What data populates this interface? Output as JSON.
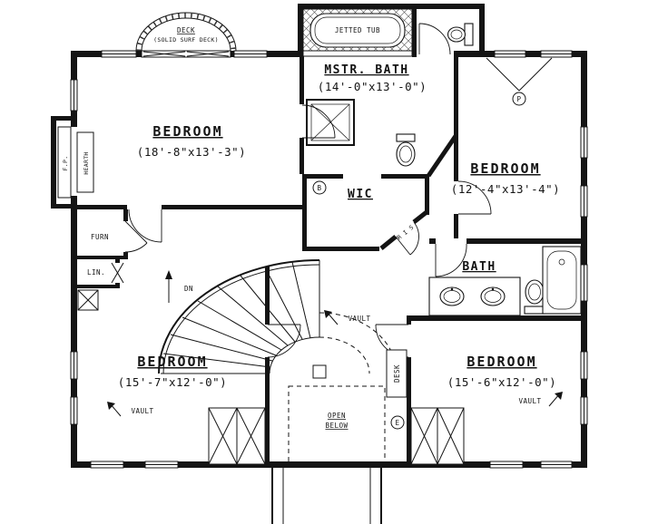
{
  "rooms": {
    "deck": {
      "label": "DECK",
      "sublabel": "(SOLID SURF DECK)"
    },
    "jetted_tub": {
      "label": "JETTED TUB"
    },
    "master_bath": {
      "label": "MSTR. BATH",
      "dims": "(14'-0\"x13'-0\")"
    },
    "bedroom_master": {
      "label": "BEDROOM",
      "dims": "(18'-8\"x13'-3\")"
    },
    "bedroom_right": {
      "label": "BEDROOM",
      "dims": "(12'-4\"x13'-4\")"
    },
    "wic": {
      "label": "WIC"
    },
    "bath": {
      "label": "BATH"
    },
    "bedroom_bottom_left": {
      "label": "BEDROOM",
      "dims": "(15'-7\"x12'-0\")"
    },
    "bedroom_bottom_right": {
      "label": "BEDROOM",
      "dims": "(15'-6\"x12'-0\")"
    },
    "open_below": {
      "line1": "OPEN",
      "line2": "BELOW"
    },
    "desk": {
      "label": "DESK"
    },
    "furnace": {
      "label": "FURN"
    },
    "linen": {
      "label": "LIN."
    },
    "hearth": {
      "label": "HEARTH"
    },
    "fireplace": {
      "label": "F.P."
    }
  },
  "annotations": {
    "vault": "VAULT",
    "down": "DN",
    "risers": "R I S",
    "symbol_p": "P",
    "symbol_b": "B",
    "symbol_e": "E"
  },
  "colors": {
    "line": "#141414",
    "background": "#ffffff"
  }
}
